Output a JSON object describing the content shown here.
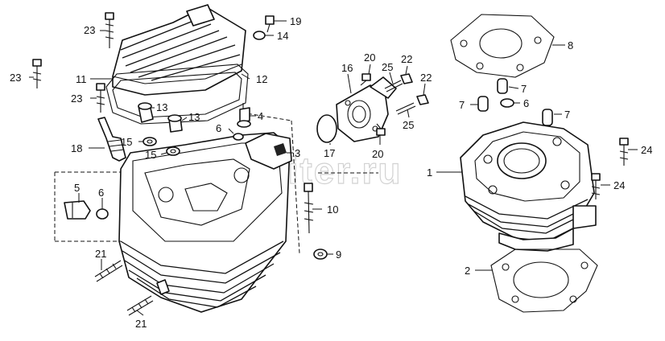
{
  "watermark": "autotopiter.ru",
  "callouts": {
    "c1": "1",
    "c2": "2",
    "c3": "3",
    "c4": "4",
    "c5": "5",
    "c6a": "6",
    "c6b": "6",
    "c6c": "6",
    "c7a": "7",
    "c7b": "7",
    "c7c": "7",
    "c8": "8",
    "c9": "9",
    "c10": "10",
    "c11": "11",
    "c12": "12",
    "c13a": "13",
    "c13b": "13",
    "c14": "14",
    "c15a": "15",
    "c15b": "15",
    "c16": "16",
    "c17": "17",
    "c18": "18",
    "c19": "19",
    "c20a": "20",
    "c20b": "20",
    "c21a": "21",
    "c21b": "21",
    "c22a": "22",
    "c22b": "22",
    "c23a": "23",
    "c23b": "23",
    "c23c": "23",
    "c24a": "24",
    "c24b": "24",
    "c25a": "25",
    "c25b": "25"
  }
}
